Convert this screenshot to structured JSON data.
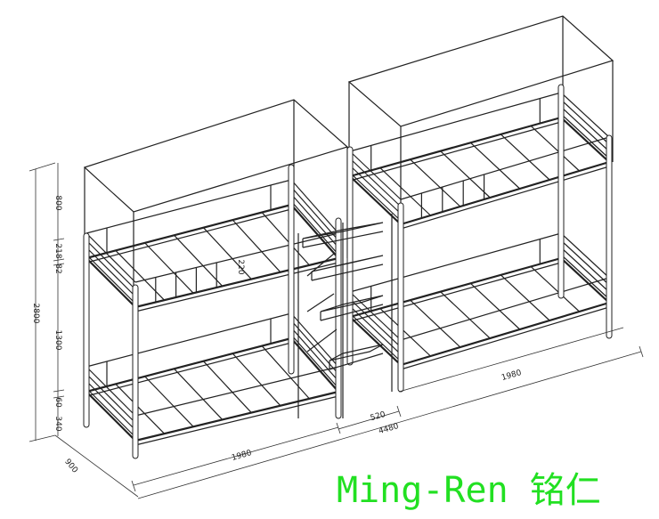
{
  "drawing": {
    "title": "Double bunk bed with ladder - dimension drawing",
    "dimensions": {
      "total_height": "2800",
      "canopy_height": "800",
      "upper_rail": "218",
      "upper_frame": "82",
      "middle_span": "1300",
      "lower_frame": "60",
      "bottom_clearance": "340",
      "depth": "900",
      "bed_length_left": "1980",
      "bed_length_right": "1980",
      "ladder_width": "520",
      "total_length": "4480",
      "guardrail_height": "220"
    }
  },
  "watermark": {
    "text": "Ming-Ren 铭仁",
    "color": "#22e022"
  }
}
